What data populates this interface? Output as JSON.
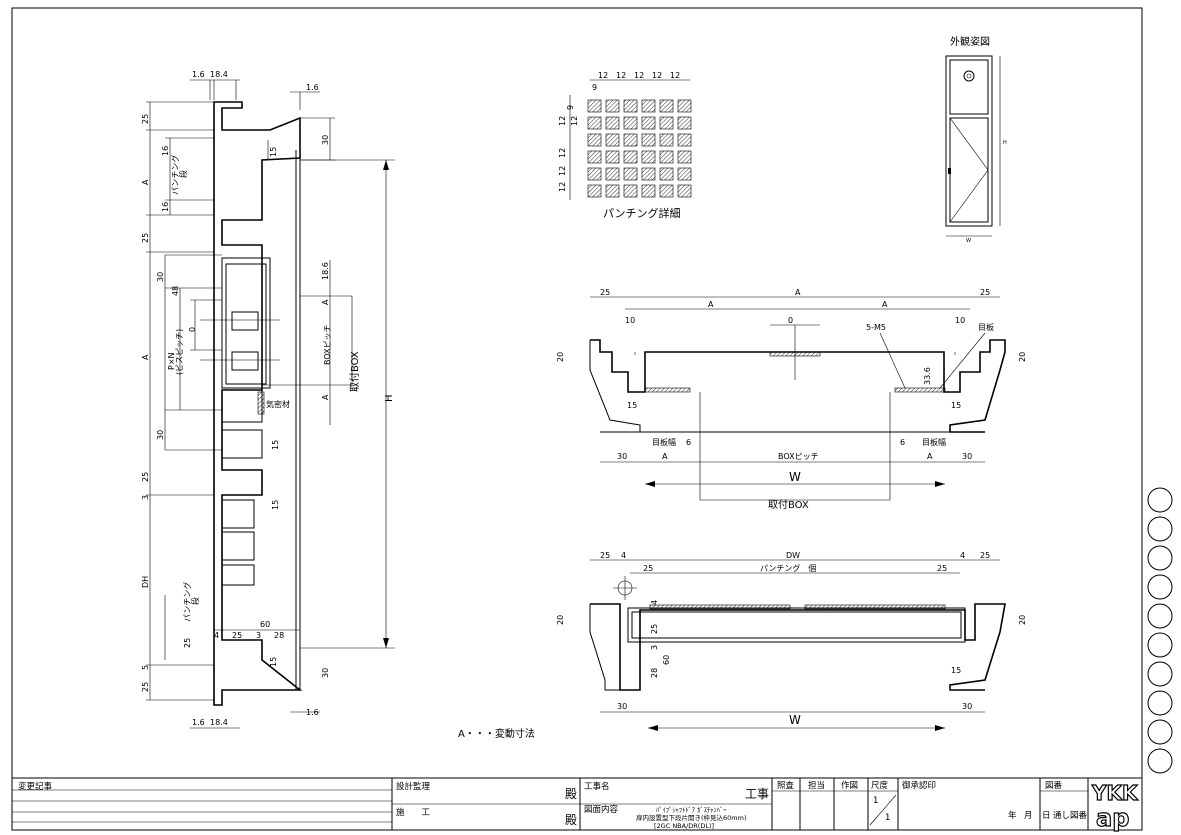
{
  "dimensions": {
    "section_top": [
      "1.6",
      "18.4",
      "1.6"
    ],
    "section_bottom": [
      "1.6",
      "18.4",
      "1.6"
    ],
    "left_vertical": [
      "25",
      "16",
      "A",
      "16",
      "25",
      "30",
      "48",
      "P×N\n(ビスピッチ)",
      "A",
      "30",
      "25",
      "3",
      "DH",
      "25",
      "5",
      "25"
    ],
    "left_inner": [
      "30",
      "15",
      "18.6",
      "A",
      "A",
      "15",
      "15",
      "15",
      "30",
      "0"
    ],
    "bottom_group": [
      "60",
      "4",
      "25",
      "3",
      "28"
    ],
    "punch_grid": [
      "12",
      "12",
      "12",
      "12",
      "12",
      "9",
      "9",
      "12",
      "12",
      "12",
      "12",
      "12"
    ],
    "plan1_top": [
      "25",
      "A",
      "25",
      "A",
      "A",
      "10",
      "0",
      "10"
    ],
    "plan1_side": [
      "20",
      "20",
      "33.6",
      "15",
      "15",
      "6",
      "6"
    ],
    "plan1_bottom": [
      "30",
      "A",
      "A",
      "30"
    ],
    "plan2_top": [
      "25",
      "4",
      "DW",
      "4",
      "25",
      "25",
      "25"
    ],
    "plan2_side": [
      "20",
      "20",
      "4",
      "25",
      "3",
      "60",
      "28",
      "15"
    ],
    "plan2_bottom": [
      "30",
      "30"
    ]
  },
  "labels": {
    "punching_vertical": "パンチング\n段",
    "punching_vertical2": "パンチング\n段",
    "box_pitch_v": "BOXピッチ",
    "mount_box_v": "取付BOX",
    "height": "H",
    "airtight": "気密材",
    "punch_detail": "パンチング詳細",
    "appearance": "外観姿図",
    "w_small": "W",
    "h_small": "H",
    "screw": "5-M5",
    "target_plate": "目板",
    "target_width_l": "目板幅",
    "target_width_r": "目板幅",
    "box_pitch": "BOXピッチ",
    "width": "W",
    "mount_box": "取付BOX",
    "punching_count": "パンチング　個",
    "width2": "W",
    "note": "A・・・変動寸法"
  },
  "title_block": {
    "change_record": "変更記事",
    "design_supervision": "設計監理",
    "construction": "施　　工",
    "honorific1": "殿",
    "honorific2": "殿",
    "project_name": "工事名",
    "project_suffix": "工事",
    "drawing_content": "図面内容",
    "content_line1": "ﾊﾟｲﾌﾟｼｬﾌﾄﾄﾞｱ ｶﾞｽﾁｬﾝﾊﾞｰ",
    "content_line2": "扉内設置型下段片開き(枠見込60mm)",
    "content_line3": "[2GC NBA/DR(DL)]",
    "check": "照査",
    "charge": "担当",
    "draft": "作図",
    "scale": "尺度",
    "scale_num": "1",
    "scale_den": "1",
    "approval": "御承認印",
    "year": "年",
    "month": "月",
    "day": "日",
    "drawing_no": "図番",
    "serial": "通し図番",
    "logo_top": "YKK",
    "logo_bottom": "ap"
  }
}
